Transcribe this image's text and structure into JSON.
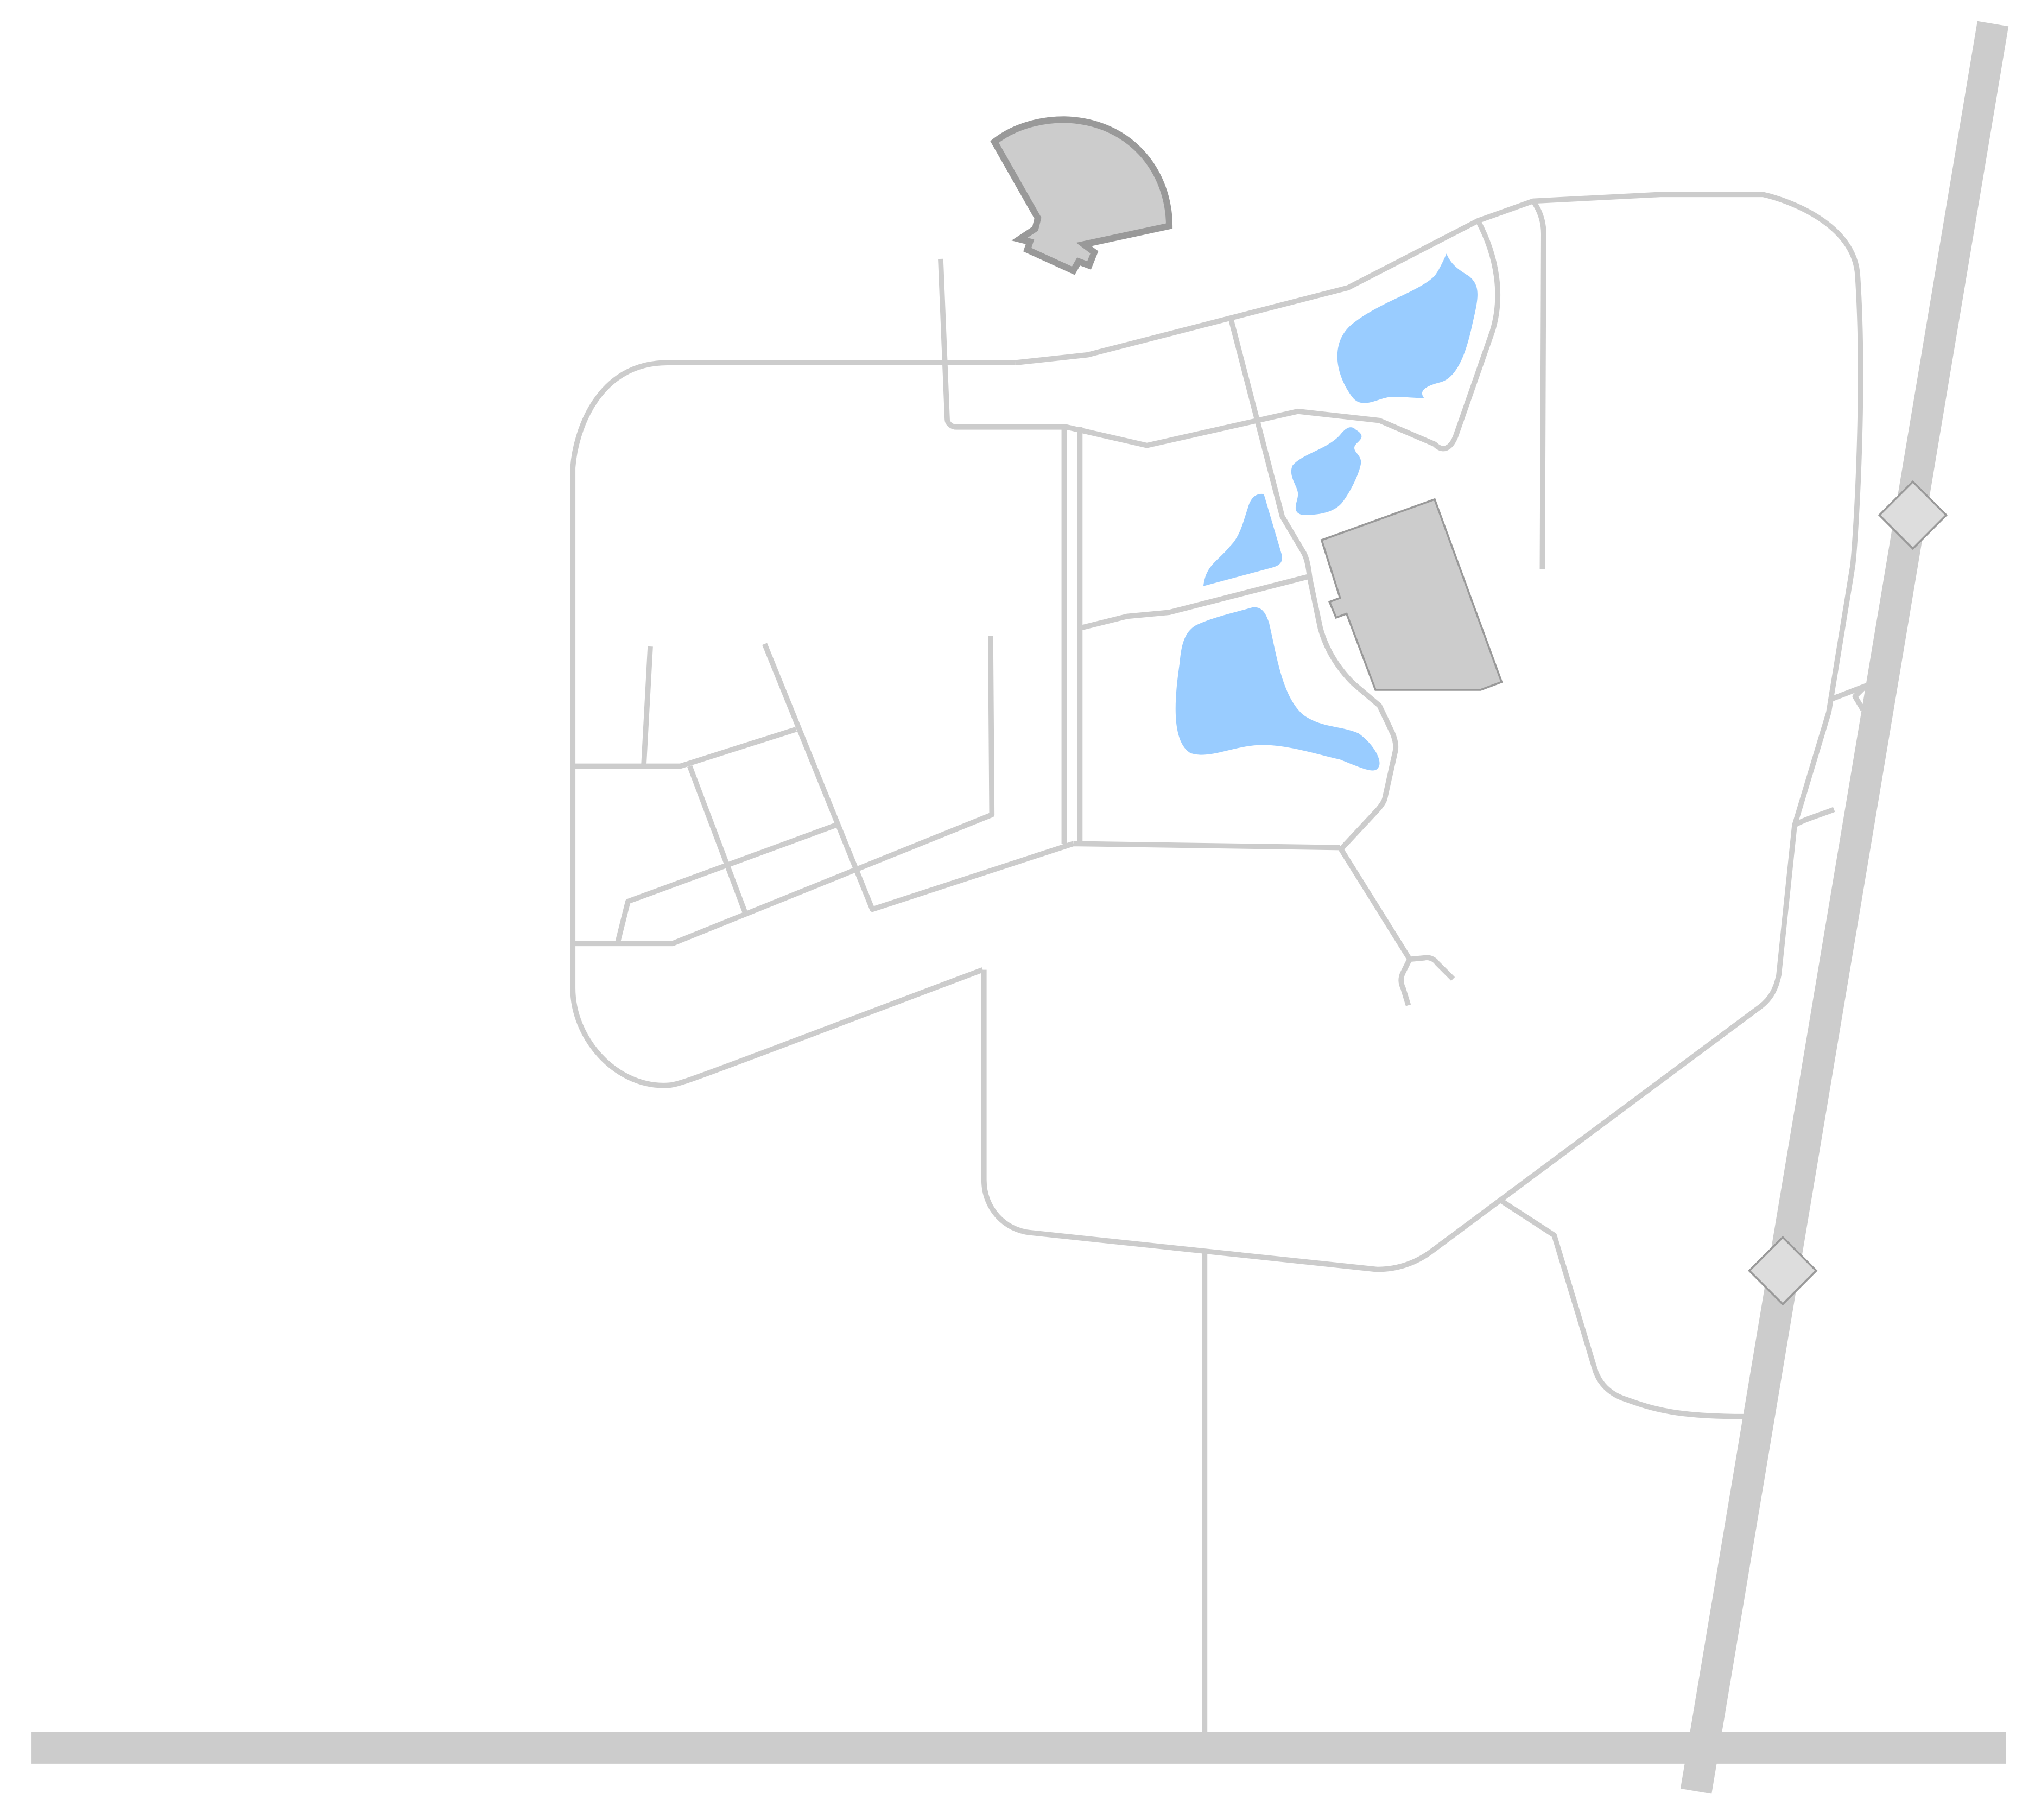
{
  "map": {
    "background_color": "#ffffff",
    "colors": {
      "road": "#cccccc",
      "highway": "#cccccc",
      "building_fill": "#cccccc",
      "building_stroke": "#999999",
      "water": "#99ccff",
      "interchange_fill": "#dddddd",
      "interchange_stroke": "#999999"
    },
    "features": {
      "highways": [
        "horizontal-highway",
        "diagonal-highway"
      ],
      "buildings": [
        "stadium-building",
        "large-building"
      ],
      "water_bodies": [
        "pond-north",
        "pond-mid",
        "pond-west",
        "pond-south"
      ],
      "interchanges": [
        "interchange-north",
        "interchange-south"
      ]
    }
  }
}
